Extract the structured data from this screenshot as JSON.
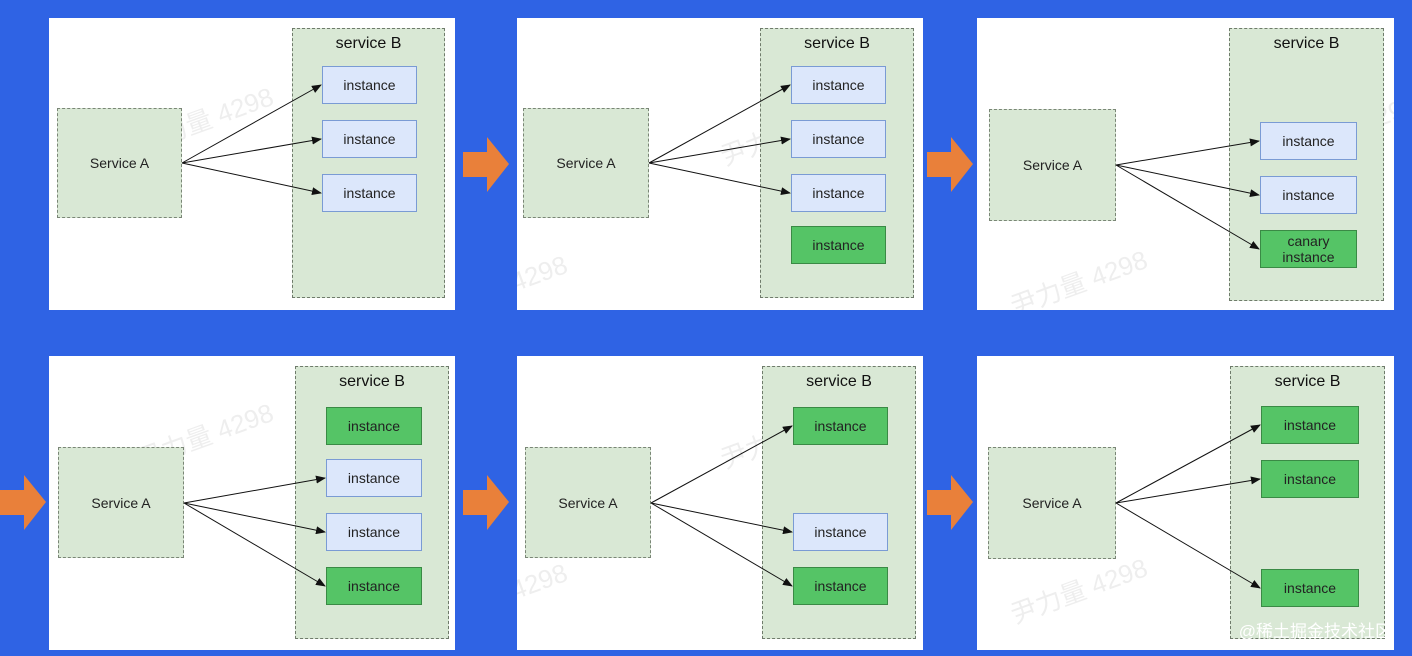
{
  "labels": {
    "service_a": "Service A",
    "service_b": "service B",
    "instance": "instance",
    "canary_line1": "canary",
    "canary_line2": "instance"
  },
  "colors": {
    "background": "#2f63e4",
    "service_fill": "#d9e8d5",
    "instance_blue": "#dce7fb",
    "instance_green": "#55c466",
    "flow_arrow": "#e9803a"
  },
  "stages": [
    {
      "instances": [
        "blue",
        "blue",
        "blue"
      ]
    },
    {
      "instances": [
        "blue",
        "blue",
        "blue",
        "green"
      ]
    },
    {
      "instances": [
        "blue",
        "blue",
        "canary"
      ]
    },
    {
      "instances": [
        "green",
        "blue",
        "blue",
        "green"
      ]
    },
    {
      "instances": [
        "green",
        "blue",
        "green"
      ]
    },
    {
      "instances": [
        "green",
        "green",
        "green"
      ]
    }
  ],
  "watermark": "尹力量 4298",
  "footer": "@稀土掘金技术社区"
}
